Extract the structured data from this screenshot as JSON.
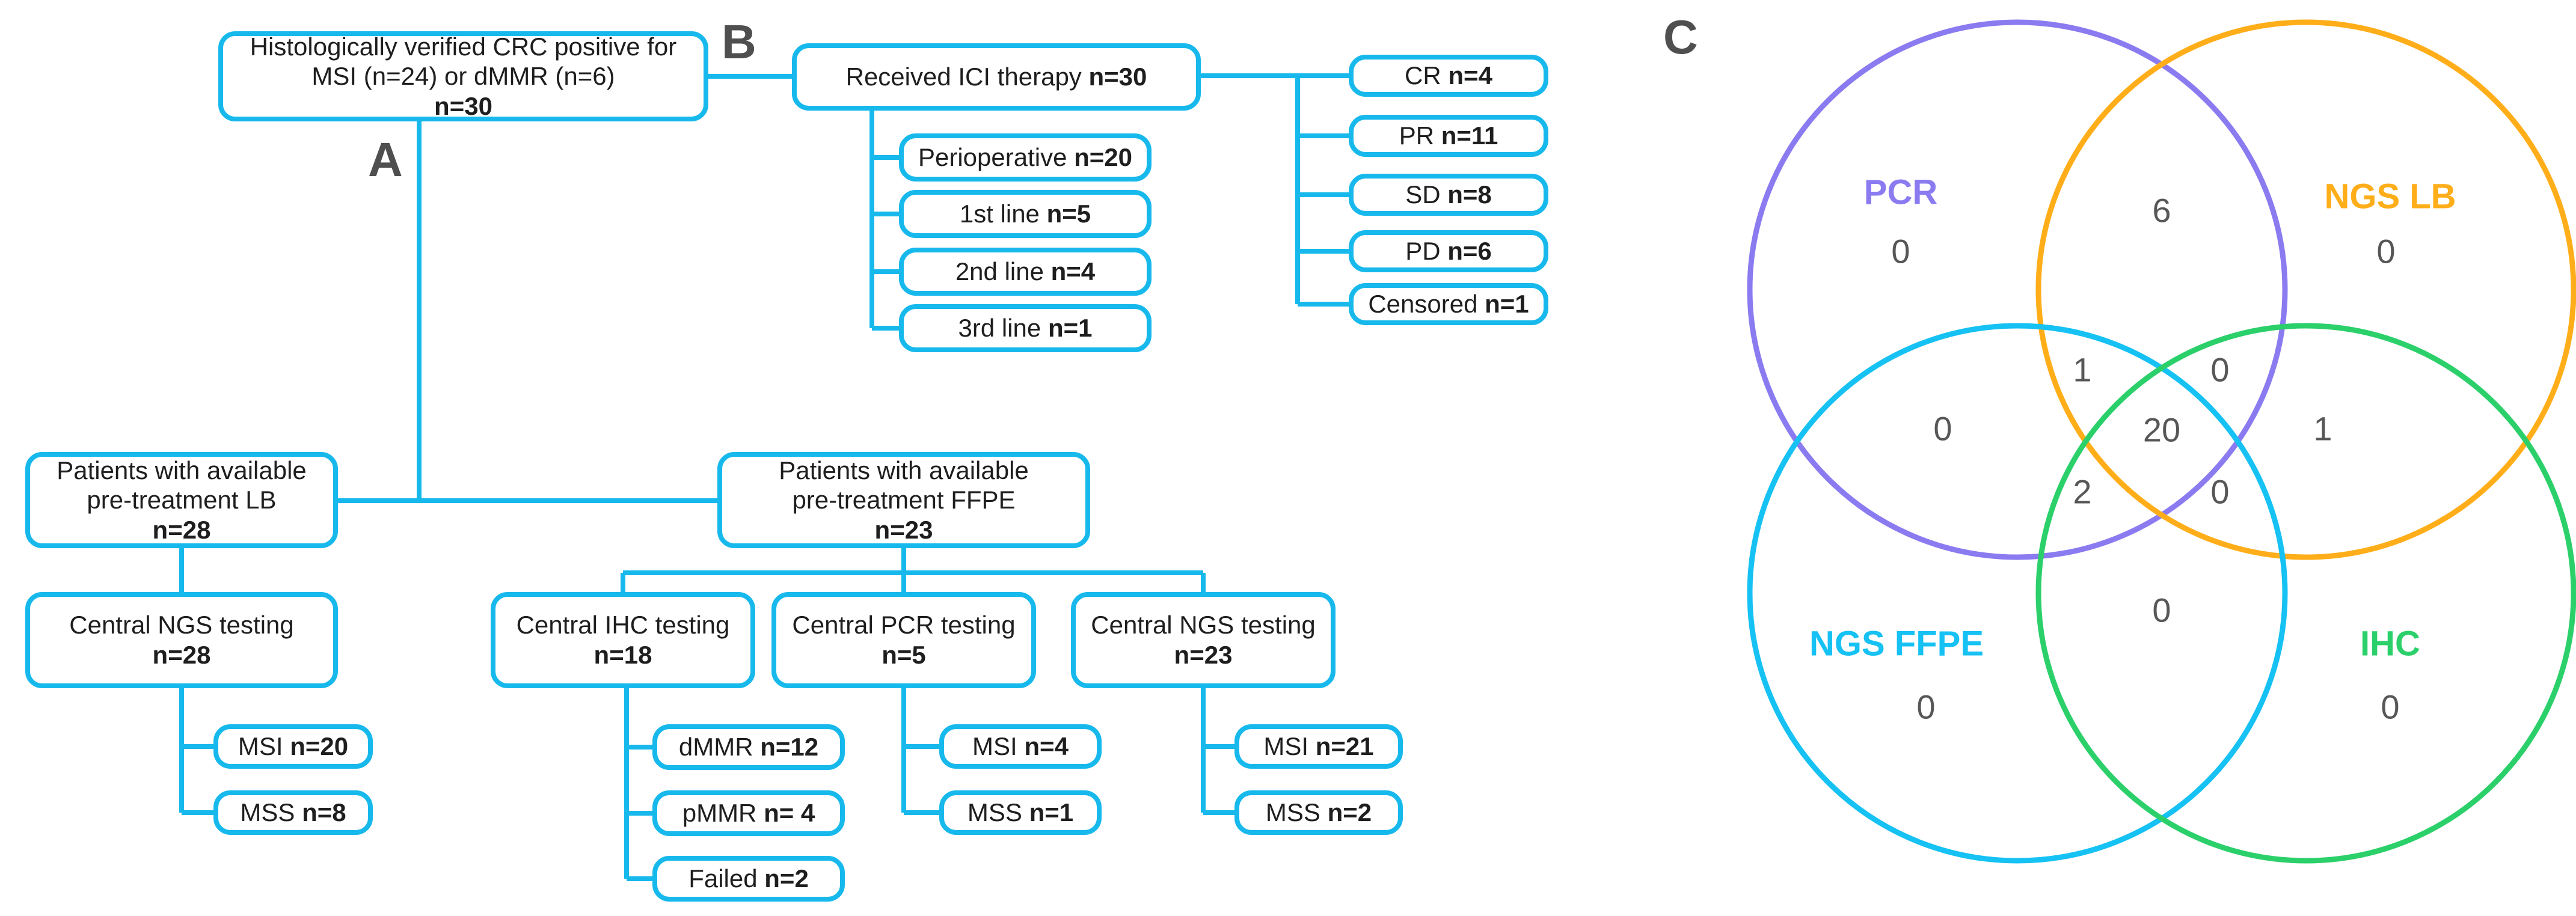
{
  "figure": {
    "panel_a_label": "A",
    "panel_b_label": "B",
    "panel_c_label": "C"
  },
  "colors": {
    "box_border": "#17b9ec",
    "connector": "#17b9ec",
    "pcr_circle": "#8b7bf0",
    "ngs_lb_circle": "#ffae1a",
    "ngs_ffpe_circle": "#16c1f3",
    "ihc_circle": "#2bd06a",
    "number_text": "#575757",
    "panel_letter_text": "#4f4f4f",
    "box_text": "#1e1e1e"
  },
  "flowchart": {
    "enrollment": {
      "line1": "Histologically verified CRC positive for",
      "line2": "MSI (n=24) or dMMR (n=6)",
      "n": "n=30"
    },
    "ici": {
      "label": "Received ICI therapy",
      "n": "n=30"
    },
    "therapy_lines": [
      {
        "label": "Perioperative",
        "n": "n=20"
      },
      {
        "label": "1st line",
        "n": "n=5"
      },
      {
        "label": "2nd line",
        "n": "n=4"
      },
      {
        "label": "3rd line",
        "n": "n=1"
      }
    ],
    "outcomes": [
      {
        "label": "CR",
        "n": "n=4"
      },
      {
        "label": "PR",
        "n": "n=11"
      },
      {
        "label": "SD",
        "n": "n=8"
      },
      {
        "label": "PD",
        "n": "n=6"
      },
      {
        "label": "Censored",
        "n": "n=1"
      }
    ],
    "lb": {
      "line1": "Patients with available",
      "line2": "pre-treatment LB",
      "n": "n=28"
    },
    "ffpe": {
      "line1": "Patients with available",
      "line2": "pre-treatment FFPE",
      "n": "n=23"
    },
    "lb_ngs_testing": {
      "line1": "Central NGS testing",
      "n": "n=28"
    },
    "ihc_testing": {
      "line1": "Central IHC testing",
      "n": "n=18"
    },
    "pcr_testing": {
      "line1": "Central PCR testing",
      "n": "n=5"
    },
    "ngs_ffpe_testing": {
      "line1": "Central NGS testing",
      "n": "n=23"
    },
    "lb_ngs_results": [
      {
        "label": "MSI",
        "n": "n=20"
      },
      {
        "label": "MSS",
        "n": "n=8"
      }
    ],
    "ihc_results": [
      {
        "label": "dMMR",
        "n": "n=12"
      },
      {
        "label": "pMMR",
        "n": "n= 4"
      },
      {
        "label": "Failed",
        "n": "n=2"
      }
    ],
    "pcr_results": [
      {
        "label": "MSI",
        "n": "n=4"
      },
      {
        "label": "MSS",
        "n": "n=1"
      }
    ],
    "ngs_ffpe_results": [
      {
        "label": "MSI",
        "n": "n=21"
      },
      {
        "label": "MSS",
        "n": "n=2"
      }
    ]
  },
  "venn": {
    "set_labels": {
      "pcr": "PCR",
      "ngs_lb": "NGS LB",
      "ngs_ffpe": "NGS FFPE",
      "ihc": "IHC"
    },
    "regions": {
      "pcr_only": "0",
      "ngs_lb_only": "0",
      "pcr_ngs_lb": "6",
      "pcr_ngs_lb_ffpe": "1",
      "pcr_ngs_lb_ihc": "0",
      "pcr_ffpe": "0",
      "ngs_lb_ihc": "1",
      "all_four": "20",
      "pcr_ffpe_ihc": "2",
      "ngs_lb_ffpe_ihc": "0",
      "ffpe_ihc": "0",
      "ffpe_only": "0",
      "ihc_only": "0"
    }
  }
}
